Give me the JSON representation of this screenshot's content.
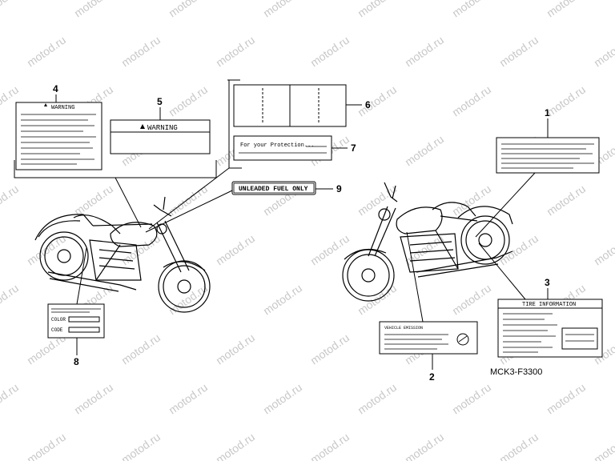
{
  "watermark": "motod.ru",
  "diagram_code": "MCK3-F3300",
  "callouts": [
    "4",
    "5",
    "6",
    "7",
    "9",
    "1",
    "3",
    "8",
    "2"
  ],
  "labels": {
    "warning_4": "WARNING",
    "warning_5": "WARNING",
    "protection_7": "For your Protection...",
    "unleaded_9": "UNLEADED FUEL ONLY",
    "color_8": "COLOR",
    "code_8": "CODE",
    "tire_info_3": "TIRE INFORMATION",
    "vehicle_emission_2": "VEHICLE EMISSION"
  }
}
